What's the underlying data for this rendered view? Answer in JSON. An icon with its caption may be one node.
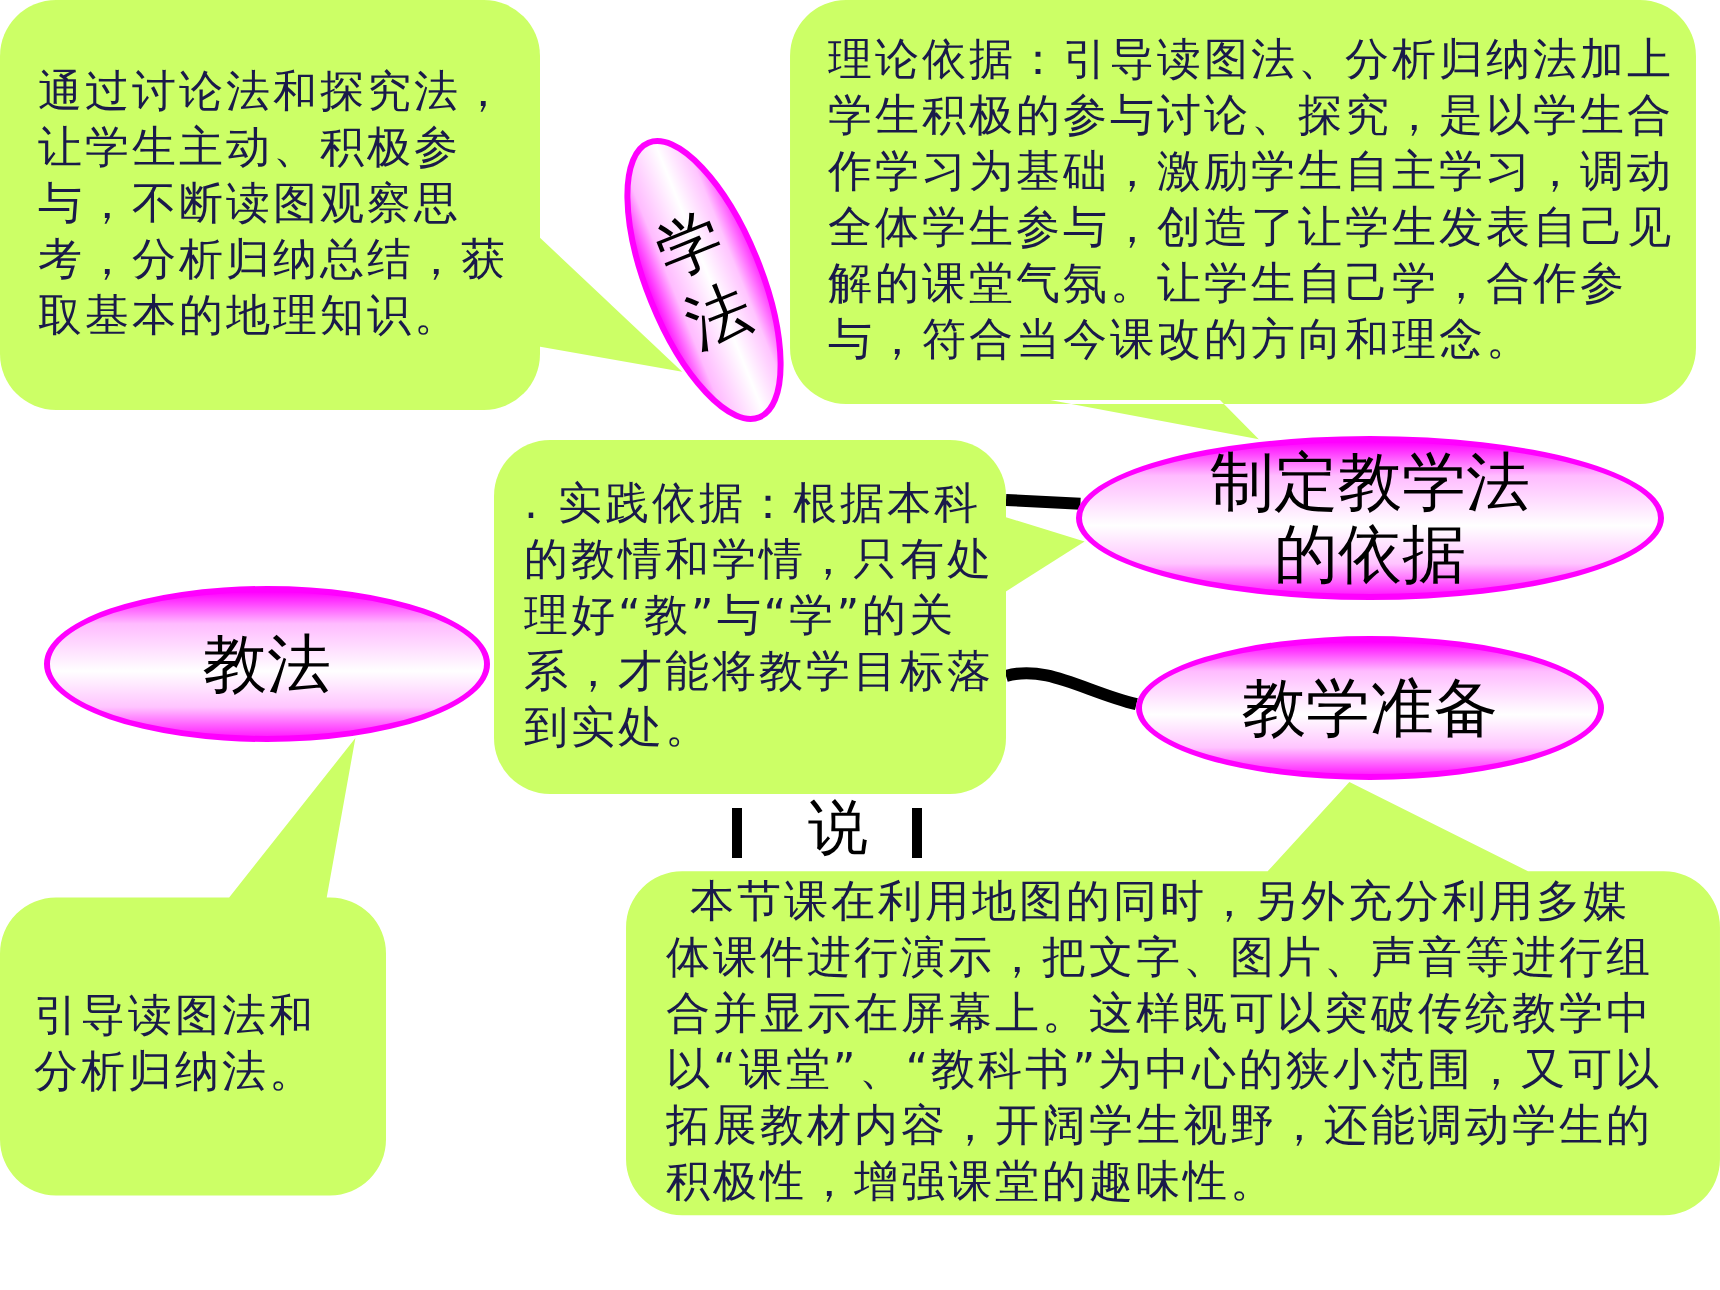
{
  "diagram": {
    "nodes": [
      {
        "text": [
          "通过讨论法和探究法，让学生主动、积极参与，不断读图观察思考，分析归纳总结，获取基本的地理知识。"
        ]
      },
      {
        "text": [
          "学法"
        ]
      },
      {
        "text": [
          "理论依据：引导读图法、分析归纳法加上学生积极的参与讨论、探究，是以学生合作学习为基础，激励学生自主学习，调动全体学生参与，创造了让学生发表自己见解的课堂气氛。让学生自己学，合作参与，符合当今课改的方向和理念。"
        ]
      },
      {
        "text": [
          ". 实践依据：根据本科的教情和学情，只有处理好“教”与“学”的关系，才能将教学目标落到实处。"
        ]
      },
      {
        "text": [
          "制定教学法的依据"
        ]
      },
      {
        "text": [
          "教法"
        ]
      },
      {
        "text": [
          "教学准备"
        ]
      },
      {
        "text": [
          "引导读图法和分析归纳法。"
        ]
      },
      {
        "text": [
          "本节课在利用地图的同时，另外充分利用多媒体课件进行演示，把文字、图片、声音等进行组合并显示在屏幕上。这样既可以突破传统教学中以“课堂”、“教科书”为中心的狭小范围，又可以拓展教材内容，开阔学生视野，还能调动学生的积极性，增强课堂的趣味性。"
        ]
      }
    ],
    "edges": [
      {
        "from": 3,
        "to": 4,
        "arrow": "none"
      },
      {
        "from": 3,
        "to": 6,
        "arrow": "none"
      }
    ],
    "labels": [
      "说"
    ]
  }
}
